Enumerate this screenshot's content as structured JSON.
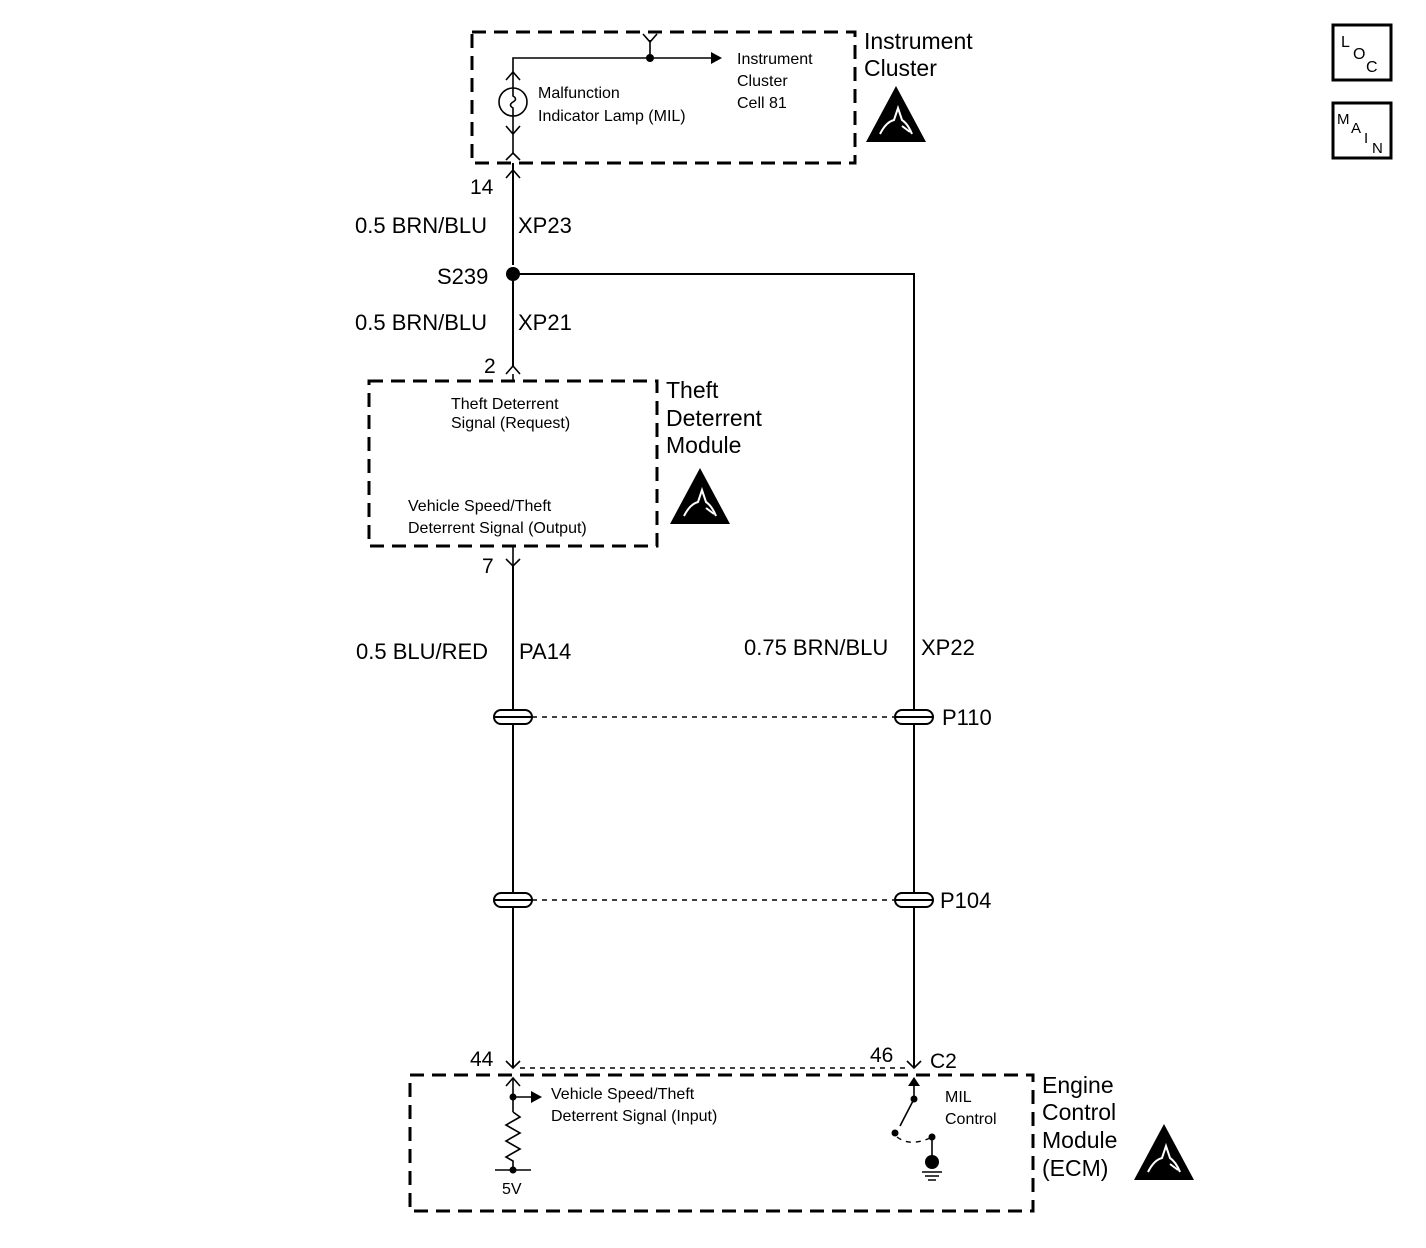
{
  "modules": {
    "instrument_cluster": {
      "title_line1": "Instrument",
      "title_line2": "Cluster",
      "mil_line1": "Malfunction",
      "mil_line2": "Indicator Lamp (MIL)",
      "ref_line1": "Instrument",
      "ref_line2": "Cluster",
      "ref_line3": "Cell 81"
    },
    "theft_deterrent": {
      "title_line1": "Theft",
      "title_line2": "Deterrent",
      "title_line3": "Module",
      "request_line1": "Theft  Deterrent",
      "request_line2": "Signal (Request)",
      "output_line1": "Vehicle Speed/Theft",
      "output_line2": "Deterrent Signal (Output)"
    },
    "ecm": {
      "title_line1": "Engine",
      "title_line2": "Control",
      "title_line3": "Module",
      "title_line4": "(ECM)",
      "input_line1": "Vehicle Speed/Theft",
      "input_line2": "Deterrent Signal (Input)",
      "mil_control_line1": "MIL",
      "mil_control_line2": "Control",
      "voltage": "5V"
    }
  },
  "pins": {
    "ic_pin": "14",
    "td_request_pin": "2",
    "td_output_pin": "7",
    "ecm_input_pin": "44",
    "ecm_mil_pin": "46",
    "ecm_connector": "C2"
  },
  "wires": {
    "xp23": {
      "gauge_color": "0.5 BRN/BLU",
      "circuit": "XP23"
    },
    "xp21": {
      "gauge_color": "0.5 BRN/BLU",
      "circuit": "XP21"
    },
    "pa14": {
      "gauge_color": "0.5 BLU/RED",
      "circuit": "PA14"
    },
    "xp22": {
      "gauge_color": "0.75 BRN/BLU",
      "circuit": "XP22"
    }
  },
  "splice": "S239",
  "connectors": {
    "upper": "P110",
    "lower": "P104"
  },
  "nav": {
    "loc": {
      "l": "L",
      "o": "O",
      "c": "C"
    },
    "main": {
      "m": "M",
      "a": "A",
      "i": "I",
      "n": "N"
    }
  }
}
